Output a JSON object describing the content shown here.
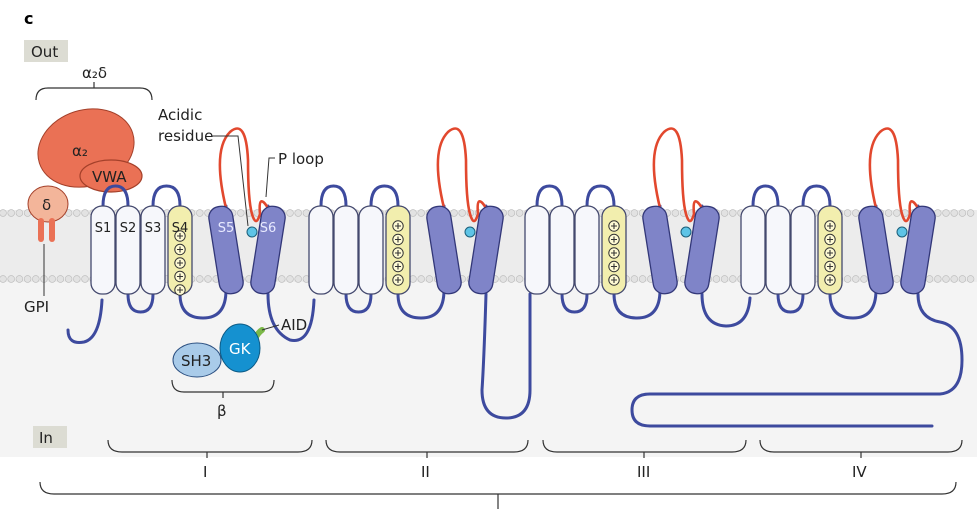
{
  "panel_letter": "c",
  "regions": {
    "out": "Out",
    "in": "In"
  },
  "alpha2delta": {
    "label": "α₂δ",
    "alpha2": "α₂",
    "vwa": "VWA",
    "delta": "δ",
    "gpi": "GPI"
  },
  "beta": {
    "label": "β",
    "sh3": "SH3",
    "gk": "GK",
    "aid": "AID"
  },
  "annotations": {
    "acidic_line1": "Acidic",
    "acidic_line2": "residue",
    "p_loop": "P loop"
  },
  "segments": [
    "S1",
    "S2",
    "S3",
    "S4",
    "S5",
    "S6"
  ],
  "domains": [
    "I",
    "II",
    "III",
    "IV"
  ],
  "colors": {
    "membrane_band": "#ececec",
    "lipid_head": "#e2e2e2",
    "segment_white": "#f6f7fb",
    "segment_yellow": "#f2eeae",
    "segment_blue": "#7f84c8",
    "chain": "#3d4a9e",
    "p_loop": "#e2482e",
    "alpha2": "#ea7155",
    "delta": "#f3b59a",
    "sh3": "#a9cbe9",
    "gk": "#1591d0",
    "aid": "#7bb848",
    "acidic_dot": "#5ec4e6",
    "label_box": "#dcdcd3"
  }
}
